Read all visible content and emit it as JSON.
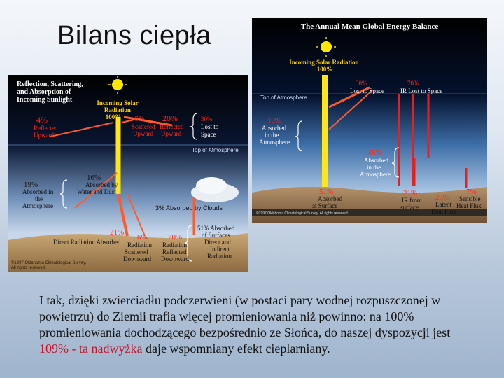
{
  "slide": {
    "title": "Bilans ciepła",
    "caption": {
      "before": "I tak, dzięki zwierciadłu podczerwieni (w postaci pary wodnej rozpuszczonej w powietrzu) do Ziemii trafia więcej promieniowania niż powinno: na 100% promieniowania dochodzącego bezpośrednio ze Słońca, do naszej dyspozycji jest ",
      "highlight": "109% - ta nadwyżka",
      "after": " daje wspomniany efekt cieplarniany."
    }
  },
  "left_diagram": {
    "heading": [
      "Reflection, Scattering,",
      "and Absorption of",
      "Incoming Sunlight"
    ],
    "incoming": [
      "Incoming Solar",
      "Radiation",
      "100%"
    ],
    "reflected_upward": {
      "value": "4%",
      "label": [
        "Reflected",
        "Upward"
      ]
    },
    "scattered_upward": {
      "value": "6%",
      "label": [
        "Scattered",
        "Upward"
      ]
    },
    "reflected_upward_20": {
      "value": "20%",
      "label": [
        "Reflected",
        "Upward"
      ]
    },
    "lost_to_space": [
      "30%",
      "Lost to",
      "Space"
    ],
    "top_of_atmosphere": "Top of Atmosphere",
    "absorbed_atmosphere": [
      "19%",
      "Absorbed in",
      "the",
      "Atmosphere"
    ],
    "absorbed_dust": [
      "16%",
      "Absorbed by",
      "Water and Dust"
    ],
    "absorbed_clouds": "3% Absorbed by Clouds",
    "direct_radiation": {
      "value": "21%",
      "label": "Direct Radiation Absorbed"
    },
    "scattered_down": {
      "value": "6%",
      "label": [
        "Radiation",
        "Scattered",
        "Downward"
      ]
    },
    "reflected_down": {
      "value": "20%",
      "label": [
        "Radiation",
        "Reflected",
        "Downward"
      ]
    },
    "absorbed_surface": [
      "51% Absorbed",
      "of Surfaces",
      "Direct and",
      "Indirect",
      "Radiation"
    ],
    "copyright": [
      "©1997 Oklahoma Climatological Survey.",
      "All rights reserved."
    ]
  },
  "right_diagram": {
    "title": "The Annual Mean Global Energy Balance",
    "incoming": [
      "Incoming Solar Radiation",
      "100%"
    ],
    "lost_to_space": [
      "30%",
      "Lost to Space"
    ],
    "ir_lost": [
      "70%",
      "IR Lost to Space"
    ],
    "top_of_atmosphere": "Top of Atmosphere",
    "absorbed_atmosphere": [
      "19%",
      "Absorbed",
      "in the",
      "Atmosphere"
    ],
    "absorbed_atmosphere_45": [
      "45%",
      "Absorbed",
      "in the",
      "Atmosphere"
    ],
    "absorbed_surface": [
      "51%",
      "Absorbed",
      "at Surface"
    ],
    "ir_from_surface": [
      "21%",
      "IR from",
      "surface"
    ],
    "latent_heat": [
      "23%",
      "Latent",
      "Heat Flux"
    ],
    "sensible_heat": [
      "7%",
      "Sensible",
      "Heat Flux"
    ],
    "copyright": "©1997 Oklahoma Climatological Survey. All rights reserved."
  },
  "colors": {
    "sun": "#ffe800",
    "incoming_beam": "#ffe51a",
    "reflected": "#ff5a2a",
    "infrared": "#e52020",
    "annotation": "#ff2a1a",
    "caption_highlight": "#c0182c"
  }
}
